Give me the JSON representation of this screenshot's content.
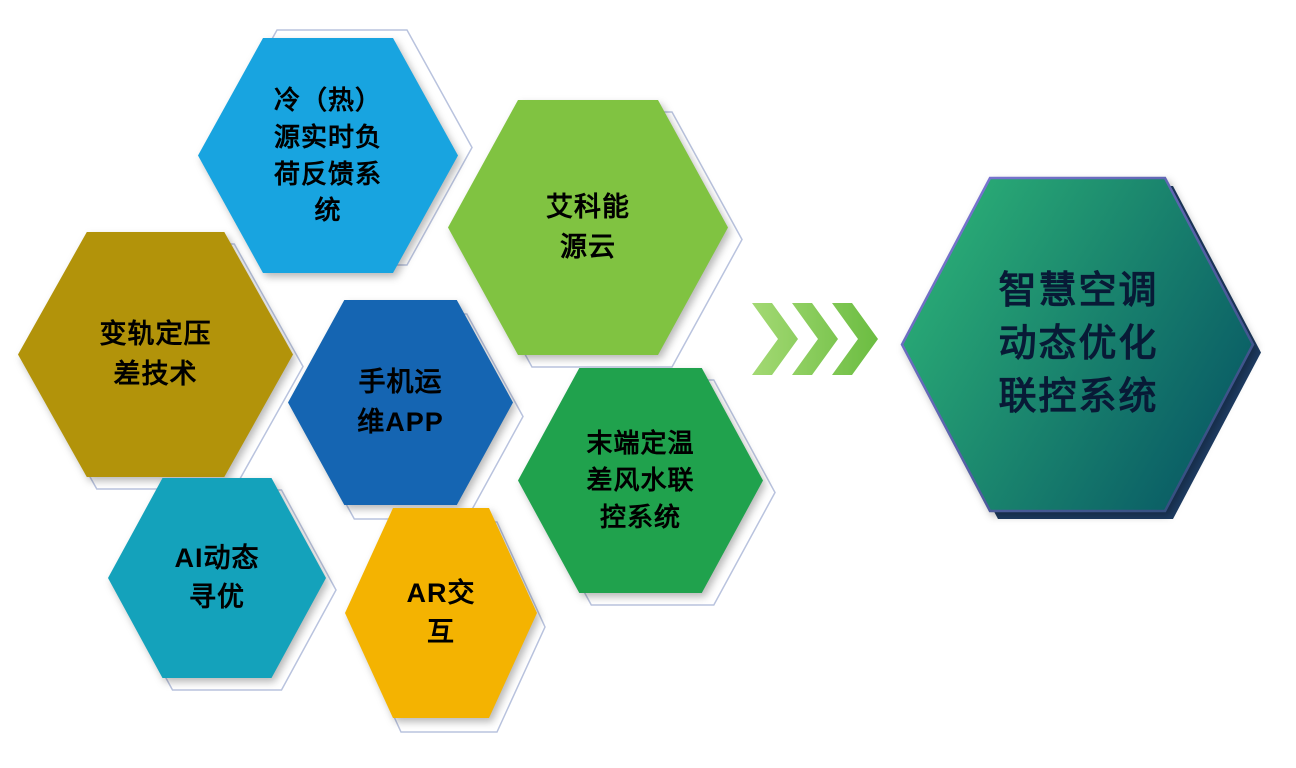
{
  "diagram": {
    "outline_color": "#b9c3de",
    "nodes": [
      {
        "id": "load-feedback-system",
        "label": "冷（热）\n源实时负\n荷反馈系\n统",
        "color": "#18a4e0"
      },
      {
        "id": "energy-cloud",
        "label": "艾科能\n源云",
        "color": "#80c341"
      },
      {
        "id": "variable-pressure-tech",
        "label": "变轨定压\n差技术",
        "color": "#b2930a"
      },
      {
        "id": "mobile-ops-app",
        "label": "手机运\n维APP",
        "color": "#1565b2"
      },
      {
        "id": "terminal-temp-control",
        "label": "末端定温\n差风水联\n控系统",
        "color": "#20a24d"
      },
      {
        "id": "ai-dynamic-optimization",
        "label": "AI动态\n寻优",
        "color": "#14a2bb"
      },
      {
        "id": "ar-interaction",
        "label": "AR交\n互",
        "color": "#f4b301"
      }
    ],
    "arrows": {
      "count": 3,
      "color_from": "#a3d973",
      "color_to": "#58b330"
    },
    "result": {
      "id": "smart-hvac-system",
      "label": "智慧空调\n动态优化\n联控系统",
      "gradient_from": "#2fb878",
      "gradient_to": "#0b6066",
      "border_from": "#8279dc",
      "border_to": "#2b4a74",
      "shadow_color": "#1e3c62",
      "text_color": "#081a36"
    }
  }
}
